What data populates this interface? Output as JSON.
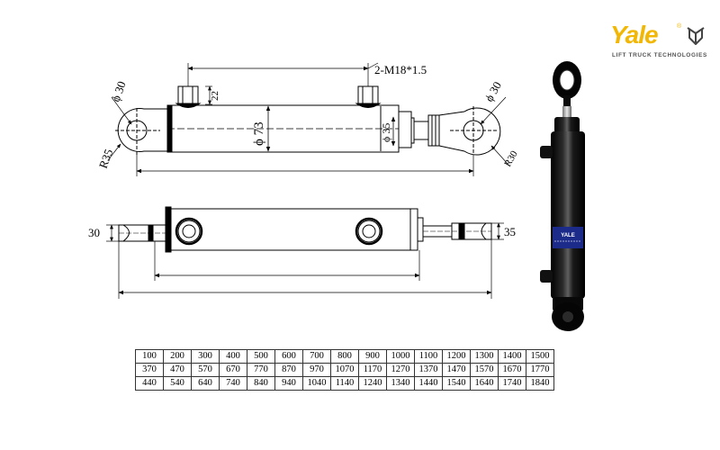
{
  "brand": {
    "name": "Yale",
    "registered": "®",
    "tagline": "LIFT TRUCK TECHNOLOGIES",
    "accent": "#f2b705"
  },
  "top_view": {
    "label_left_eye_dia": "ϕ 30",
    "label_right_eye_dia": "ϕ 30",
    "label_left_radius": "R35",
    "label_right_radius": "R30",
    "label_port_thread": "2-M18*1.5",
    "label_port_height": "22",
    "label_barrel_dia": "ϕ 73",
    "label_rod_dia": "ϕ 35"
  },
  "side_view": {
    "label_left_width": "30",
    "label_right_width": "35"
  },
  "size_table": {
    "rows": [
      [
        "100",
        "200",
        "300",
        "400",
        "500",
        "600",
        "700",
        "800",
        "900",
        "1000",
        "1100",
        "1200",
        "1300",
        "1400",
        "1500"
      ],
      [
        "370",
        "470",
        "570",
        "670",
        "770",
        "870",
        "970",
        "1070",
        "1170",
        "1270",
        "1370",
        "1470",
        "1570",
        "1670",
        "1770"
      ],
      [
        "440",
        "540",
        "640",
        "740",
        "840",
        "940",
        "1040",
        "1140",
        "1240",
        "1340",
        "1440",
        "1540",
        "1640",
        "1740",
        "1840"
      ]
    ]
  },
  "photo": {
    "label_text": "YALE",
    "body_color": "#0a0a0a",
    "label_color": "#1c2a8a"
  }
}
